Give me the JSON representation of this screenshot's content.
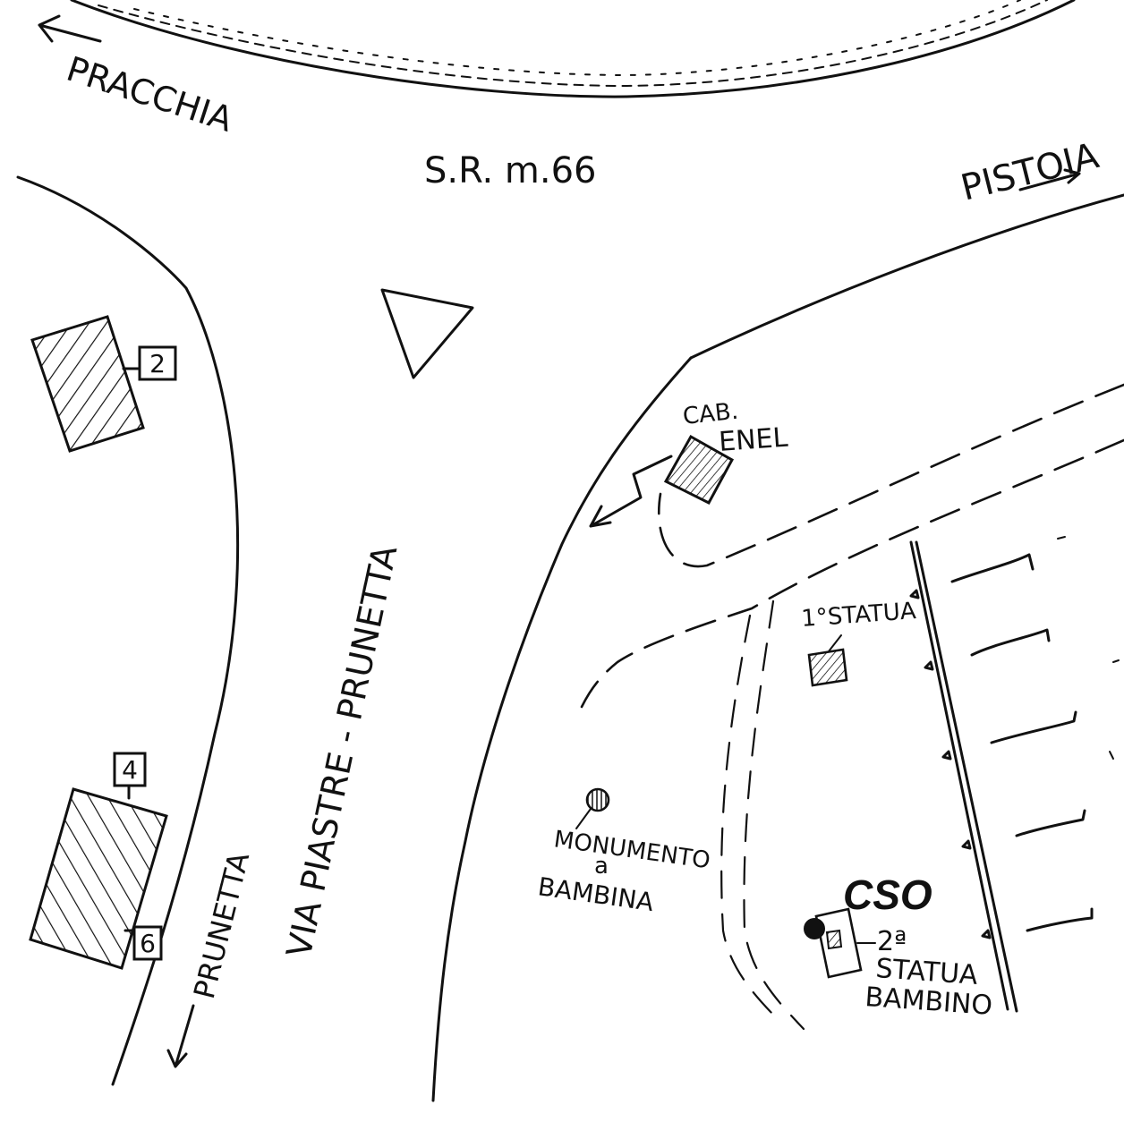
{
  "labels": {
    "road_main": "S.R. m.66",
    "dir_left": "PRACCHIA",
    "dir_right": "PISTOIA",
    "road_side": "VIA PIASTRE - PRUNETTA",
    "dir_down": "PRUNETTA",
    "cabin_line1": "CAB.",
    "cabin_line2": "ENEL",
    "statue1": "1°STATUA",
    "monument_line1": "MONUMENTO",
    "monument_line2": "a",
    "monument_line3": "BAMBINA",
    "cso": "CSO",
    "statue2_line1": "2ª",
    "statue2_line2": "STATUA",
    "statue2_line3": "BAMBINO"
  },
  "buildings": [
    {
      "number": "2"
    },
    {
      "number": "4"
    },
    {
      "number": "6"
    }
  ],
  "colors": {
    "ink": "#111111",
    "paper": "#ffffff"
  },
  "icons": {
    "yield_sign": "inverted-triangle",
    "monument": "hatched-circle",
    "statue": "hatched-square",
    "cso_marker": "filled-circle"
  }
}
